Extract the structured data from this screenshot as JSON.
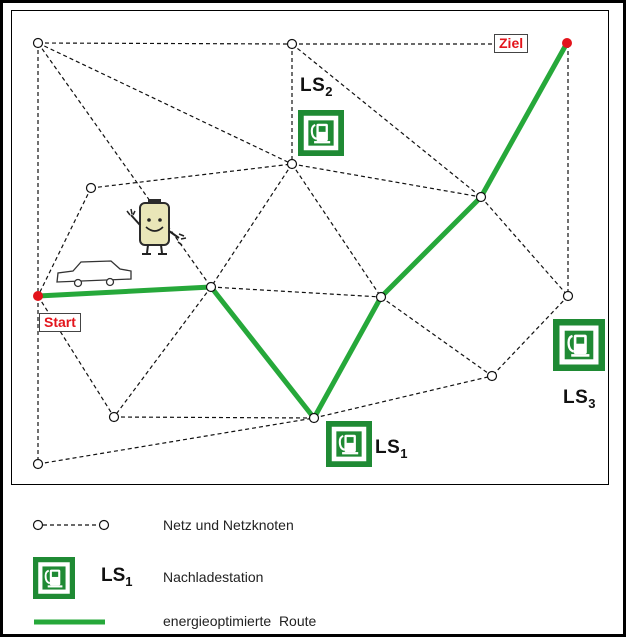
{
  "map": {
    "start_label": "Start",
    "goal_label": "Ziel",
    "stations": [
      {
        "id": "LS2",
        "base": "LS",
        "sub": "2"
      },
      {
        "id": "LS1",
        "base": "LS",
        "sub": "1"
      },
      {
        "id": "LS3",
        "base": "LS",
        "sub": "3"
      }
    ]
  },
  "legend": {
    "network_label": "Netz und Netzknoten",
    "station_base": "LS",
    "station_sub": "1",
    "station_label": "Nachladestation",
    "route_label": "energieoptimierte  Route"
  },
  "colors": {
    "route": "#26a83a",
    "station_border": "#1f8a34",
    "endpoint": "#e3141b"
  }
}
